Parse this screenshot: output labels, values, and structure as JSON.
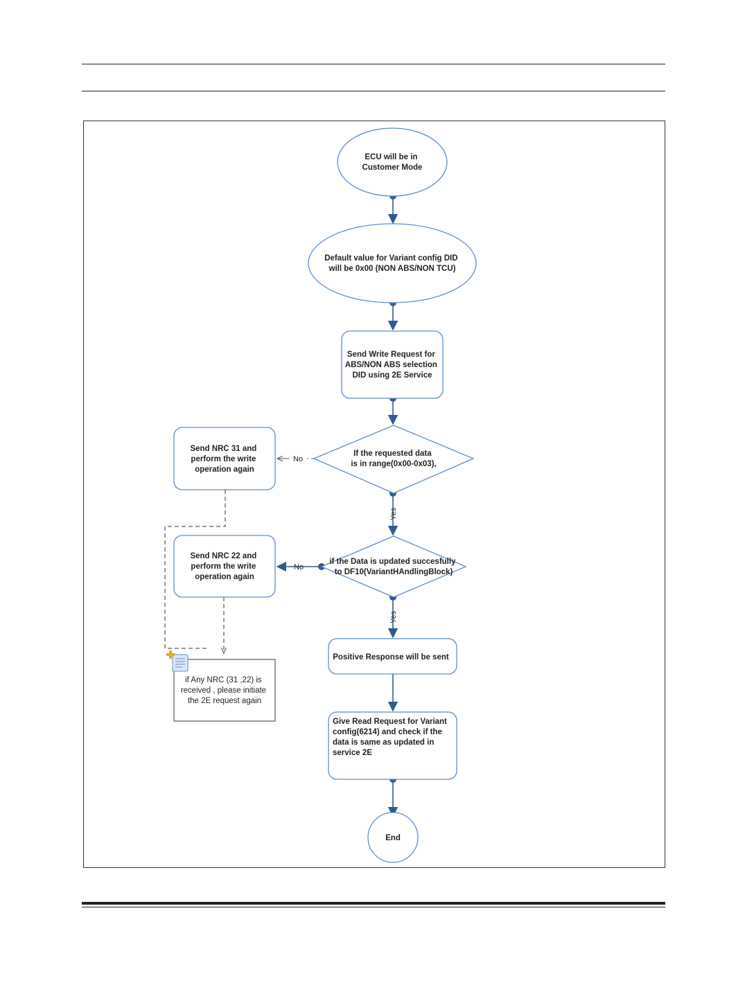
{
  "nodes": {
    "start": [
      "ECU will be in",
      "Customer Mode"
    ],
    "default": [
      "Default value for Variant config DID",
      "will be 0x00 (NON ABS/NON TCU)"
    ],
    "write": [
      "Send Write Request for",
      "ABS/NON ABS selection",
      "DID using 2E Service"
    ],
    "range": [
      "If the requested  data",
      "is in range(0x00-0x03),"
    ],
    "nrc31": [
      "Send NRC 31 and",
      "perform the write",
      "operation again"
    ],
    "updated": [
      "if the Data is updated succesfully",
      "to DF10(VariantHAndlingBlock)"
    ],
    "nrc22": [
      "Send NRC 22 and",
      "perform the write",
      "operation again"
    ],
    "positive": [
      "Positive Response will be sent"
    ],
    "read": [
      "Give Read Request for Variant",
      "config(6214) and check if the",
      "data is same as updated in",
      "service 2E"
    ],
    "end": [
      "End"
    ]
  },
  "note": [
    "if Any NRC (31  ,22) is",
    "received , please initiate",
    "the 2E request again"
  ],
  "edges": {
    "no1": "No",
    "yes1": "Yes",
    "no2": "No",
    "yes2": "Yes"
  },
  "colors": {
    "node_stroke": "#5b8fc7",
    "arrow": "#2e5c8f",
    "text": "#222222"
  }
}
